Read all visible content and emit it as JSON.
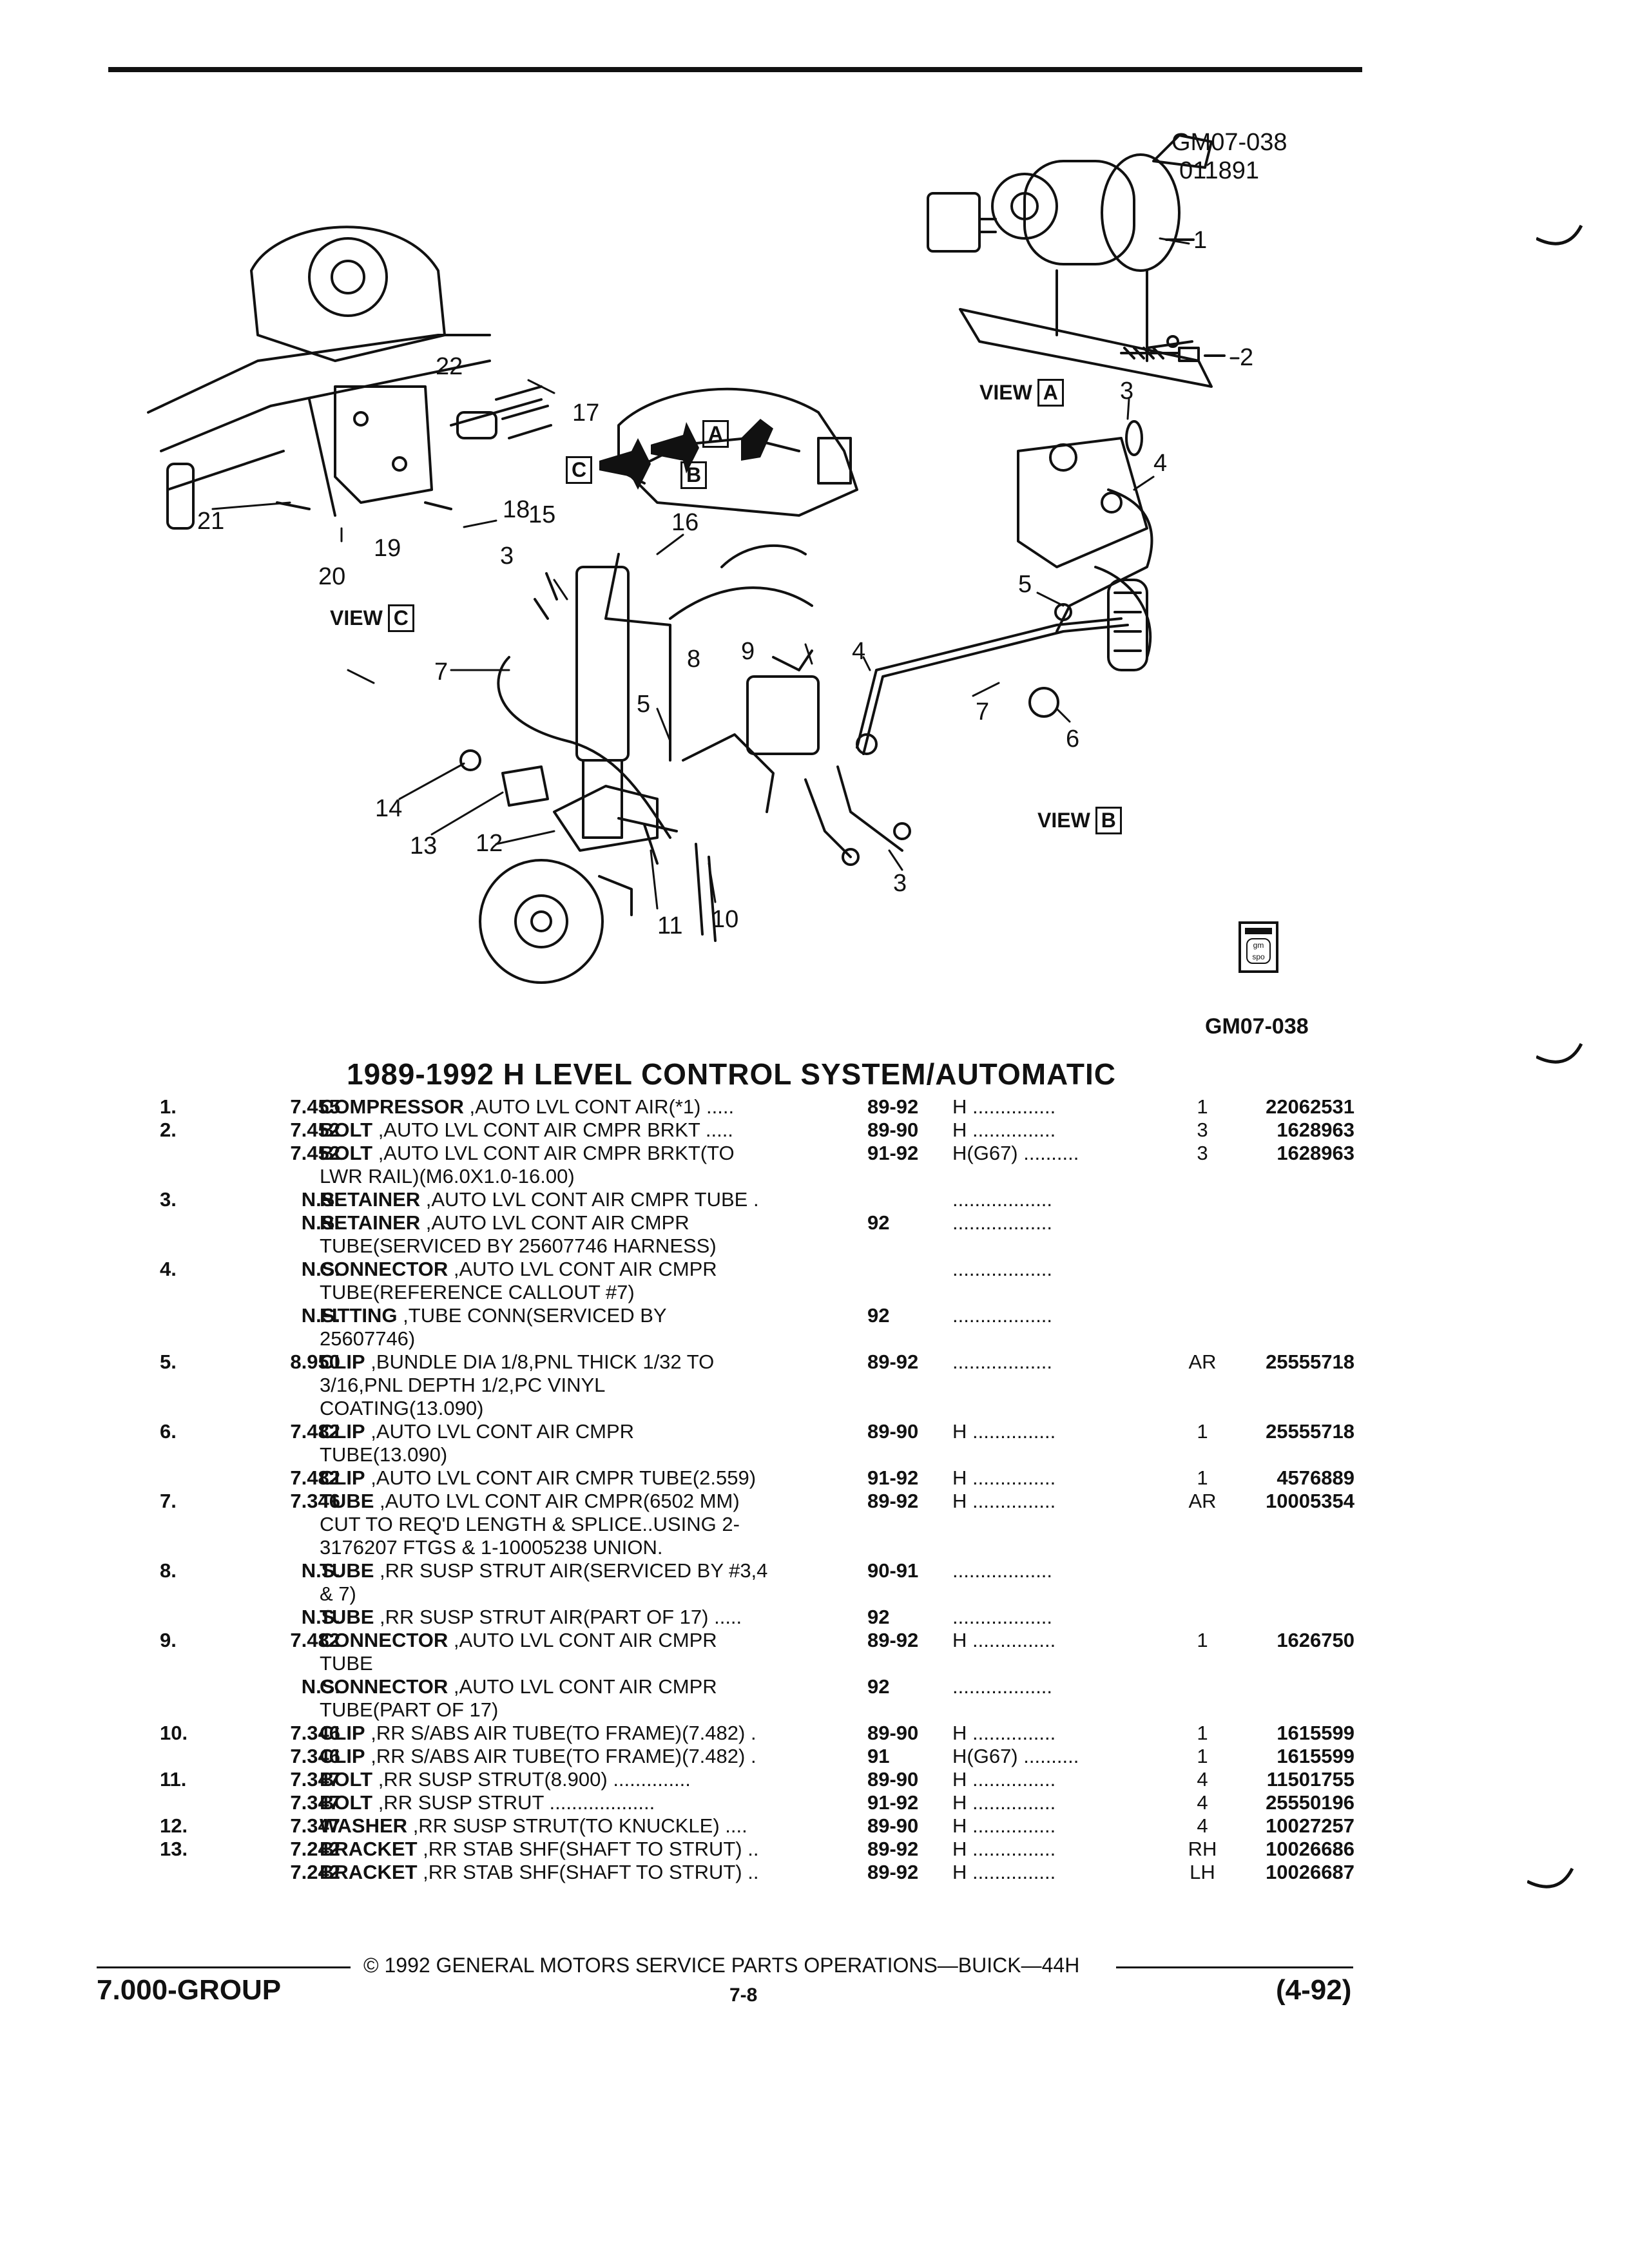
{
  "figure": {
    "code_top": "GM07-038",
    "date_code": "011891",
    "code_bottom": "GM07-038",
    "badge_text": "gm spo",
    "views": [
      {
        "label": "VIEW",
        "letter": "A"
      },
      {
        "label": "VIEW",
        "letter": "B"
      },
      {
        "label": "VIEW",
        "letter": "C"
      }
    ],
    "callouts": [
      "1",
      "2",
      "3",
      "4",
      "5",
      "22",
      "17",
      "21",
      "18",
      "19",
      "20",
      "15",
      "16",
      "3",
      "8",
      "9",
      "4",
      "5",
      "7",
      "7",
      "6",
      "14",
      "13",
      "12",
      "11",
      "10",
      "3"
    ],
    "arrow_labels": [
      "C",
      "A",
      "B"
    ]
  },
  "title": "1989-1992 H LEVEL CONTROL SYSTEM/AUTOMATIC",
  "parts": [
    {
      "ref": "1.",
      "grp": "7.455",
      "name": "COMPRESSOR",
      "desc": " ,AUTO LVL CONT AIR(*1) .....",
      "yr": "89-92",
      "series": "H ...............",
      "qty": "1",
      "pn": "22062531"
    },
    {
      "ref": "2.",
      "grp": "7.452",
      "name": "BOLT",
      "desc": " ,AUTO LVL CONT AIR CMPR BRKT .....",
      "yr": "89-90",
      "series": "H ...............",
      "qty": "3",
      "pn": "1628963"
    },
    {
      "ref": "",
      "grp": "7.452",
      "name": "BOLT",
      "desc": " ,AUTO LVL CONT AIR CMPR BRKT(TO",
      "yr": "91-92",
      "series": "H(G67) ..........",
      "qty": "3",
      "pn": "1628963"
    },
    {
      "ref": "",
      "grp": "",
      "name": "",
      "desc": "LWR RAIL)(M6.0X1.0-16.00)",
      "yr": "",
      "series": "",
      "qty": "",
      "pn": ""
    },
    {
      "ref": "3.",
      "grp": "N.S.",
      "name": "RETAINER",
      "desc": " ,AUTO LVL CONT AIR CMPR TUBE .",
      "yr": "",
      "series": "..................",
      "qty": "",
      "pn": ""
    },
    {
      "ref": "",
      "grp": "N.S.",
      "name": "RETAINER",
      "desc": " ,AUTO LVL CONT AIR CMPR",
      "yr": "92",
      "series": "..................",
      "qty": "",
      "pn": ""
    },
    {
      "ref": "",
      "grp": "",
      "name": "",
      "desc": "TUBE(SERVICED BY 25607746 HARNESS)",
      "yr": "",
      "series": "",
      "qty": "",
      "pn": ""
    },
    {
      "ref": "4.",
      "grp": "N.S.",
      "name": "CONNECTOR",
      "desc": " ,AUTO LVL CONT AIR CMPR",
      "yr": "",
      "series": "..................",
      "qty": "",
      "pn": ""
    },
    {
      "ref": "",
      "grp": "",
      "name": "",
      "desc": "TUBE(REFERENCE CALLOUT #7)",
      "yr": "",
      "series": "",
      "qty": "",
      "pn": ""
    },
    {
      "ref": "",
      "grp": "N.S.",
      "name": "FITTING",
      "desc": " ,TUBE CONN(SERVICED BY",
      "yr": "92",
      "series": "..................",
      "qty": "",
      "pn": ""
    },
    {
      "ref": "",
      "grp": "",
      "name": "",
      "desc": "25607746)",
      "yr": "",
      "series": "",
      "qty": "",
      "pn": ""
    },
    {
      "ref": "5.",
      "grp": "8.950",
      "name": "CLIP",
      "desc": " ,BUNDLE DIA 1/8,PNL THICK 1/32 TO",
      "yr": "89-92",
      "series": "..................",
      "qty": "AR",
      "pn": "25555718"
    },
    {
      "ref": "",
      "grp": "",
      "name": "",
      "desc": "3/16,PNL DEPTH 1/2,PC VINYL",
      "yr": "",
      "series": "",
      "qty": "",
      "pn": ""
    },
    {
      "ref": "",
      "grp": "",
      "name": "",
      "desc": "COATING(13.090)",
      "yr": "",
      "series": "",
      "qty": "",
      "pn": ""
    },
    {
      "ref": "6.",
      "grp": "7.482",
      "name": "CLIP",
      "desc": " ,AUTO LVL CONT AIR CMPR",
      "yr": "89-90",
      "series": "H ...............",
      "qty": "1",
      "pn": "25555718"
    },
    {
      "ref": "",
      "grp": "",
      "name": "",
      "desc": "TUBE(13.090)",
      "yr": "",
      "series": "",
      "qty": "",
      "pn": ""
    },
    {
      "ref": "",
      "grp": "7.482",
      "name": "CLIP",
      "desc": " ,AUTO LVL CONT AIR CMPR TUBE(2.559)",
      "yr": "91-92",
      "series": "H ...............",
      "qty": "1",
      "pn": "4576889"
    },
    {
      "ref": "7.",
      "grp": "7.346",
      "name": "TUBE",
      "desc": " ,AUTO LVL CONT AIR CMPR(6502 MM)",
      "yr": "89-92",
      "series": "H ...............",
      "qty": "AR",
      "pn": "10005354"
    },
    {
      "ref": "",
      "grp": "",
      "name": "",
      "desc": "CUT TO REQ'D LENGTH & SPLICE..USING 2-",
      "yr": "",
      "series": "",
      "qty": "",
      "pn": ""
    },
    {
      "ref": "",
      "grp": "",
      "name": "",
      "desc": "3176207 FTGS & 1-10005238 UNION.",
      "yr": "",
      "series": "",
      "qty": "",
      "pn": ""
    },
    {
      "ref": "8.",
      "grp": "N.S.",
      "name": "TUBE",
      "desc": " ,RR SUSP STRUT AIR(SERVICED BY #3,4",
      "yr": "90-91",
      "series": "..................",
      "qty": "",
      "pn": ""
    },
    {
      "ref": "",
      "grp": "",
      "name": "",
      "desc": "& 7)",
      "yr": "",
      "series": "",
      "qty": "",
      "pn": ""
    },
    {
      "ref": "",
      "grp": "N.S.",
      "name": "TUBE",
      "desc": " ,RR SUSP STRUT AIR(PART OF 17) .....",
      "yr": "92",
      "series": "..................",
      "qty": "",
      "pn": ""
    },
    {
      "ref": "9.",
      "grp": "7.482",
      "name": "CONNECTOR",
      "desc": " ,AUTO LVL CONT AIR CMPR",
      "yr": "89-92",
      "series": "H ...............",
      "qty": "1",
      "pn": "1626750"
    },
    {
      "ref": "",
      "grp": "",
      "name": "",
      "desc": "TUBE",
      "yr": "",
      "series": "",
      "qty": "",
      "pn": ""
    },
    {
      "ref": "",
      "grp": "N.S.",
      "name": "CONNECTOR",
      "desc": " ,AUTO LVL CONT AIR CMPR",
      "yr": "92",
      "series": "..................",
      "qty": "",
      "pn": ""
    },
    {
      "ref": "",
      "grp": "",
      "name": "",
      "desc": "TUBE(PART OF 17)",
      "yr": "",
      "series": "",
      "qty": "",
      "pn": ""
    },
    {
      "ref": "10.",
      "grp": "7.346",
      "name": "CLIP",
      "desc": " ,RR S/ABS AIR TUBE(TO FRAME)(7.482) .",
      "yr": "89-90",
      "series": "H ...............",
      "qty": "1",
      "pn": "1615599"
    },
    {
      "ref": "",
      "grp": "7.346",
      "name": "CLIP",
      "desc": " ,RR S/ABS AIR TUBE(TO FRAME)(7.482) .",
      "yr": "91",
      "series": "H(G67) ..........",
      "qty": "1",
      "pn": "1615599"
    },
    {
      "ref": "11.",
      "grp": "7.347",
      "name": "BOLT",
      "desc": " ,RR SUSP STRUT(8.900) ..............",
      "yr": "89-90",
      "series": "H ...............",
      "qty": "4",
      "pn": "11501755"
    },
    {
      "ref": "",
      "grp": "7.347",
      "name": "BOLT",
      "desc": " ,RR SUSP STRUT ...................",
      "yr": "91-92",
      "series": "H ...............",
      "qty": "4",
      "pn": "25550196"
    },
    {
      "ref": "12.",
      "grp": "7.347",
      "name": "WASHER",
      "desc": " ,RR SUSP STRUT(TO KNUCKLE) ....",
      "yr": "89-90",
      "series": "H ...............",
      "qty": "4",
      "pn": "10027257"
    },
    {
      "ref": "13.",
      "grp": "7.242",
      "name": "BRACKET",
      "desc": " ,RR STAB SHF(SHAFT TO STRUT) ..",
      "yr": "89-92",
      "series": "H ...............",
      "qty": "RH",
      "pn": "10026686"
    },
    {
      "ref": "",
      "grp": "7.242",
      "name": "BRACKET",
      "desc": " ,RR STAB SHF(SHAFT TO STRUT) ..",
      "yr": "89-92",
      "series": "H ...............",
      "qty": "LH",
      "pn": "10026687"
    }
  ],
  "footer": {
    "copyright": "© 1992 GENERAL MOTORS SERVICE PARTS OPERATIONS—BUICK—44H",
    "group": "7.000-GROUP",
    "page": "7-8",
    "date": "(4-92)"
  }
}
